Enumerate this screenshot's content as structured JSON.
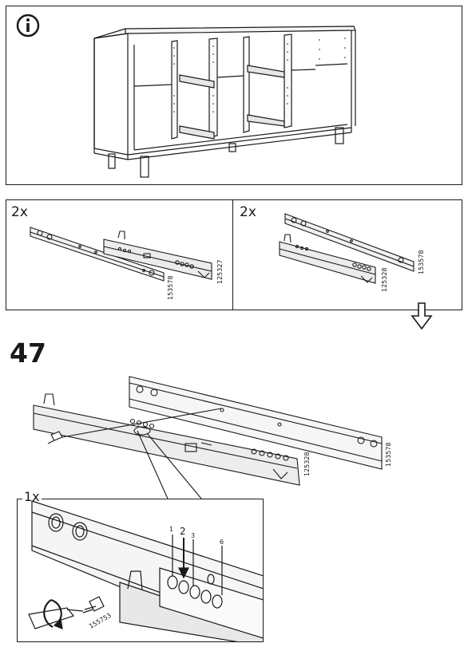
{
  "info_panel": {
    "icon": "info-icon",
    "glyph": "i"
  },
  "parts_left": {
    "quantity": "2x",
    "part_a": "153578",
    "part_b": "125327"
  },
  "parts_right": {
    "quantity": "2x",
    "part_a": "125328",
    "part_b": "153578"
  },
  "step": {
    "number": "47"
  },
  "assembly": {
    "part_a": "125328",
    "part_b": "153578"
  },
  "detail": {
    "quantity": "1x",
    "screw_part": "155753",
    "hole_labels": [
      "1",
      "2",
      "3",
      "6"
    ]
  },
  "colors": {
    "line": "#1a1a1a",
    "background": "#ffffff",
    "light_fill": "#e6e6e6"
  }
}
